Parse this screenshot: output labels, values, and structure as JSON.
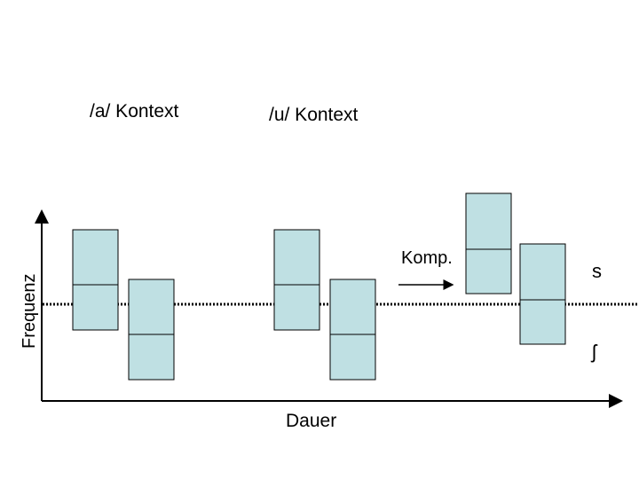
{
  "labels": {
    "context_a": "/a/ Kontext",
    "context_u": "/u/ Kontext",
    "x_axis": "Dauer",
    "y_axis": "Frequenz",
    "komp": "Komp.",
    "symbol_s": "s",
    "symbol_esh": "ʃ"
  },
  "colors": {
    "box_fill": "#bfe0e3",
    "box_stroke": "#000000",
    "axis": "#000000",
    "reference_line": "#000000"
  },
  "diagram": {
    "boxes": [
      {
        "group": "a",
        "id": "a-1"
      },
      {
        "group": "a",
        "id": "a-2"
      },
      {
        "group": "u",
        "id": "u-1"
      },
      {
        "group": "u",
        "id": "u-2"
      },
      {
        "group": "compensated",
        "id": "c-1"
      },
      {
        "group": "compensated",
        "id": "c-2"
      }
    ],
    "reference_line_style": "dotted"
  }
}
